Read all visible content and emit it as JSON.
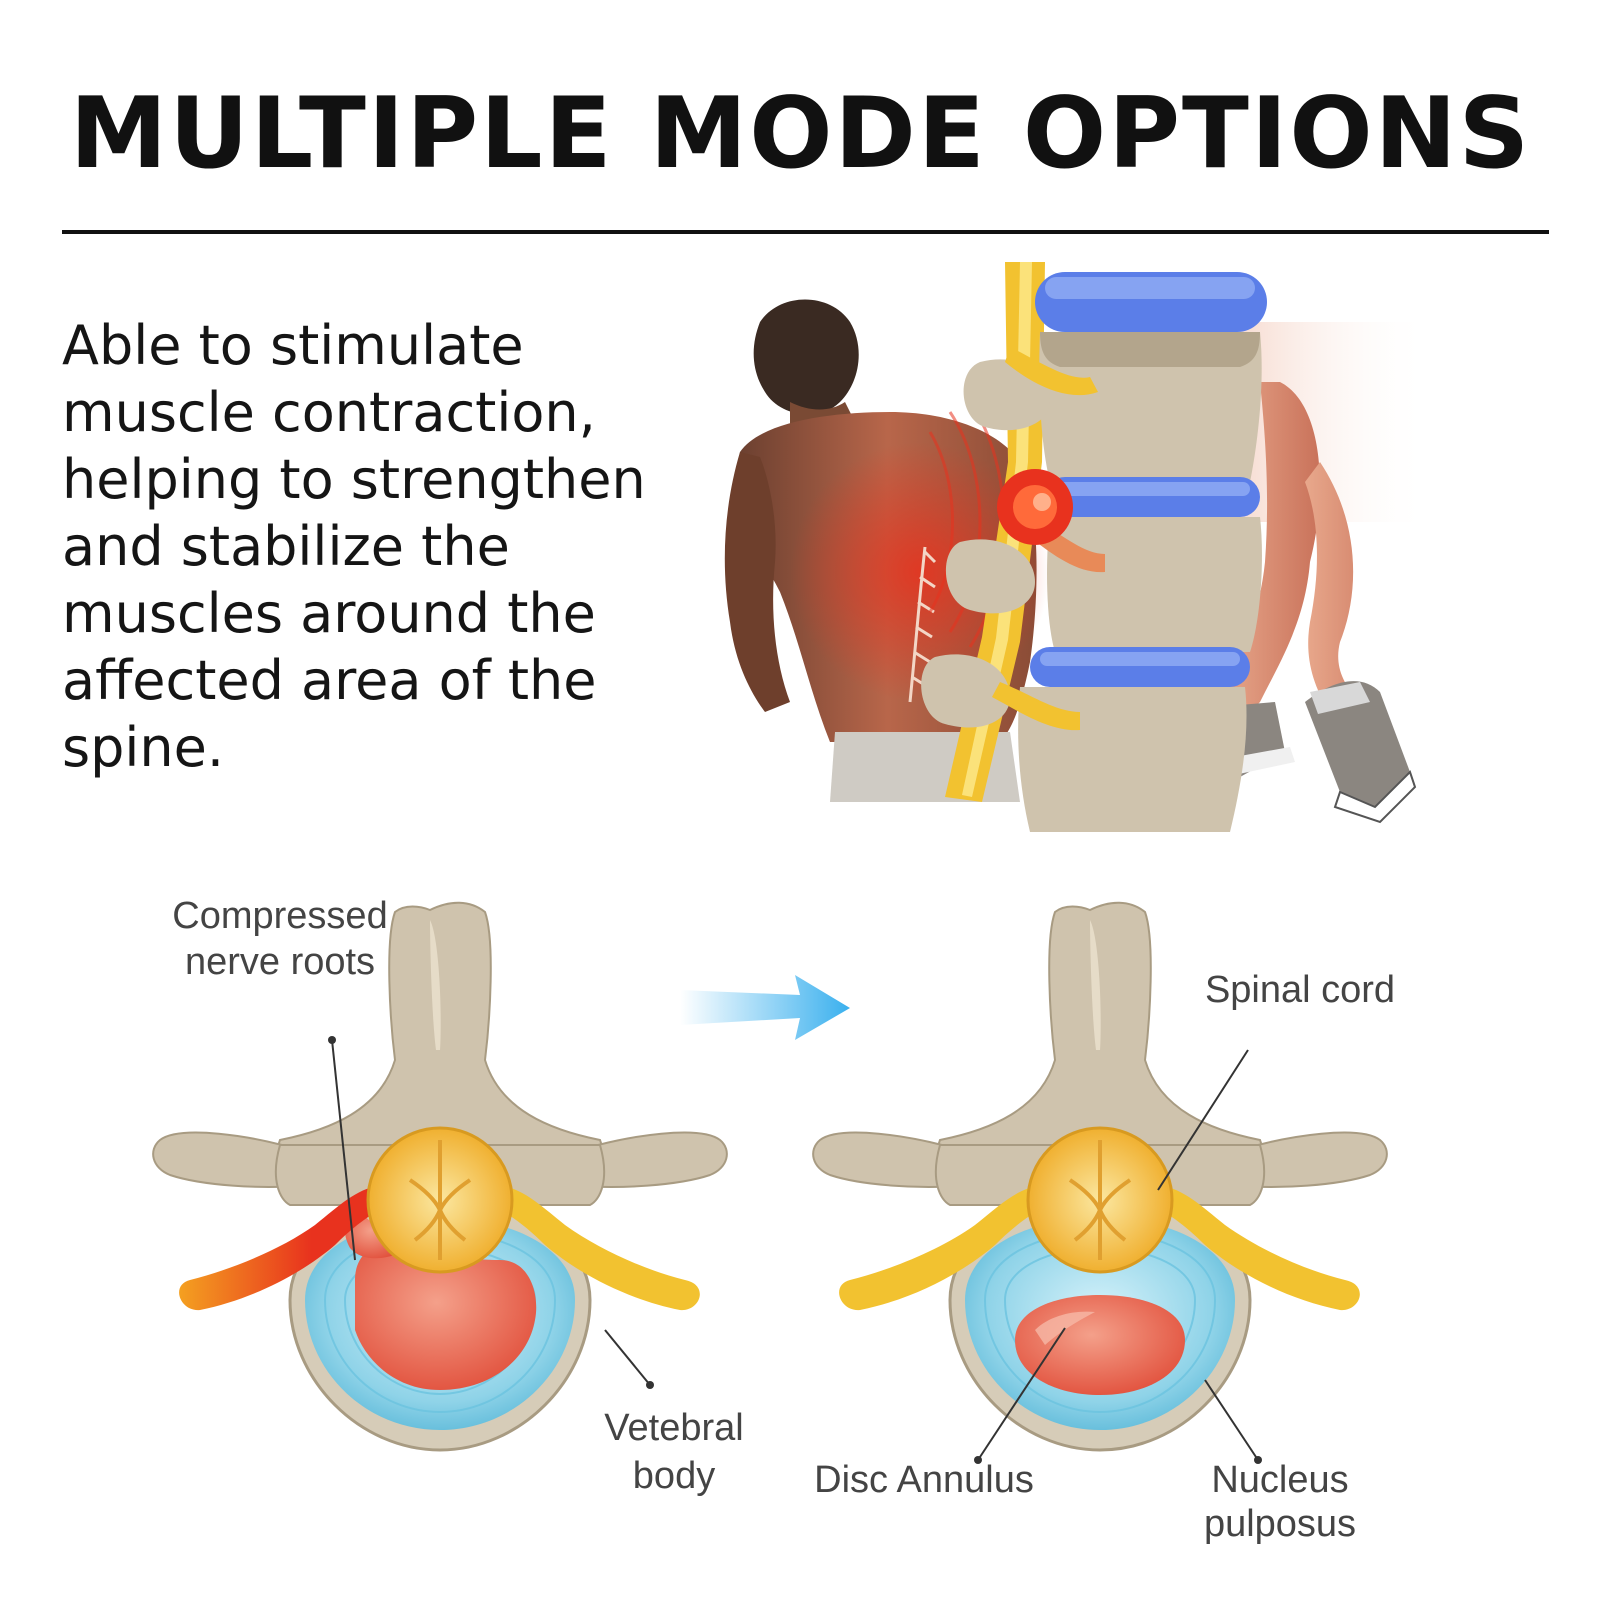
{
  "headline": "MULTIPLE MODE OPTIONS",
  "description_lines": [
    "Able to stimulate",
    "muscle contraction,",
    "helping to strengthen",
    "and stabilize the",
    "muscles around the",
    "affected area of the",
    "spine."
  ],
  "diagram_labels": {
    "compressed_nerve_roots": [
      "Compressed",
      "nerve roots"
    ],
    "vetebral_body": [
      "Vetebral",
      "body"
    ],
    "spinal_cord": "Spinal cord",
    "disc_annulus": "Disc Annulus",
    "nucleus_pulposus": [
      "Nucleus",
      "pulposus"
    ]
  },
  "colors": {
    "bone": "#cfc3ad",
    "disc": "#5b7ee8",
    "nerve": "#f2c230",
    "pain": "#e8321e",
    "annulus": "#8fd3e8",
    "nucleus": "#e8604a",
    "arrow": "#3ab0ee"
  }
}
